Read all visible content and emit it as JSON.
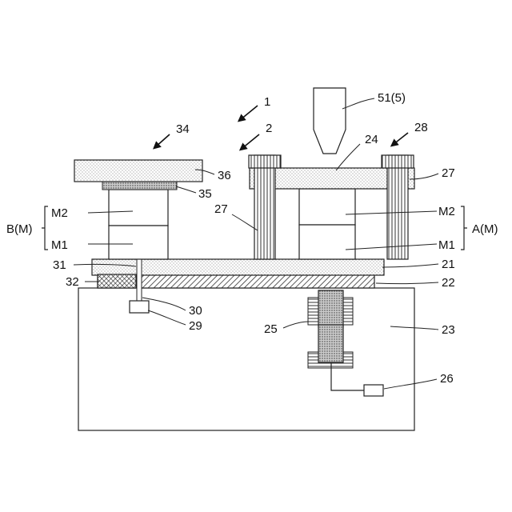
{
  "labels": {
    "ref_1": "1",
    "ref_2": "2",
    "ref_34": "34",
    "ref_28": "28",
    "ref_51": "51(5)",
    "ref_24": "24",
    "ref_36": "36",
    "ref_27_right": "27",
    "ref_35": "35",
    "ref_27_left": "27",
    "group_B": "B(M)",
    "group_A": "A(M)",
    "b_M2": "M2",
    "b_M1": "M1",
    "a_M2": "M2",
    "a_M1": "M1",
    "ref_31": "31",
    "ref_21": "21",
    "ref_32": "32",
    "ref_22": "22",
    "ref_30": "30",
    "ref_29": "29",
    "ref_25": "25",
    "ref_23": "23",
    "ref_26": "26"
  },
  "colors": {
    "line": "#222222",
    "dots": "#555555",
    "hatch": "#333333",
    "background": "#ffffff"
  }
}
